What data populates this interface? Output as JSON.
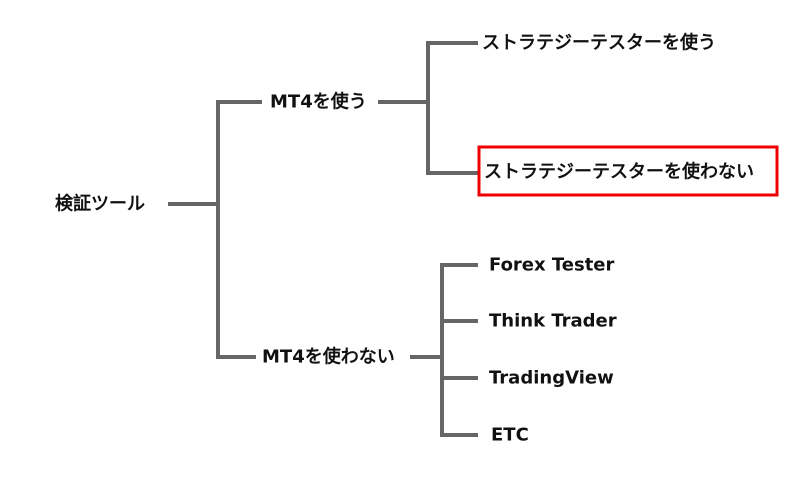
{
  "tree": {
    "root": "検証ツール",
    "branches": [
      {
        "label": "MT4を使う",
        "children": [
          "ストラテジーテスターを使う",
          "ストラテジーテスターを使わない"
        ]
      },
      {
        "label": "MT4を使わない",
        "children": [
          "Forex Tester",
          "Think Trader",
          "TradingView",
          "ETC"
        ]
      }
    ],
    "highlighted": "ストラテジーテスターを使わない"
  },
  "colors": {
    "line": "#666666",
    "highlight": "#ee0000",
    "text": "#111111"
  }
}
